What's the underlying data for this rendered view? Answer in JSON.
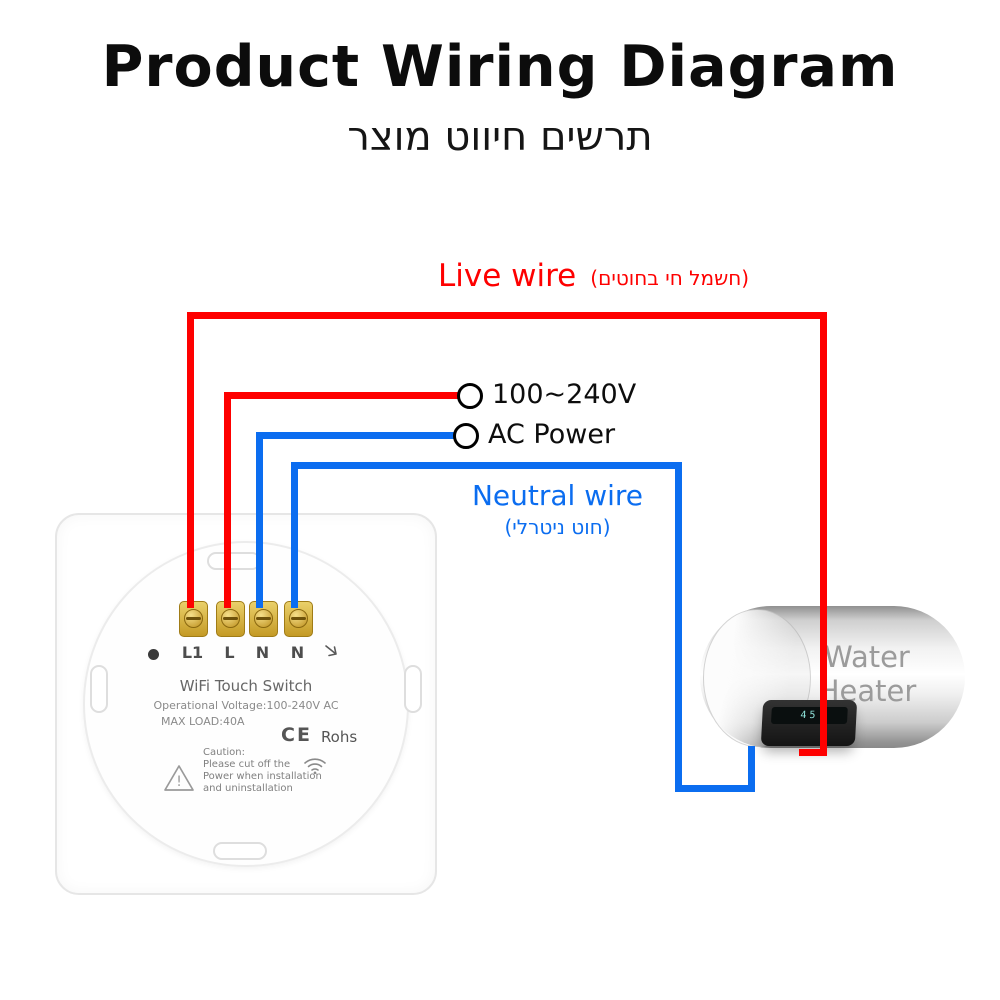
{
  "title": "Product Wiring Diagram",
  "subtitle_hebrew": "תרשים חיווט מוצר",
  "live_wire": {
    "label": "Live wire",
    "label_hebrew": "(חשמל חי בחוטים)"
  },
  "power": {
    "voltage": "100~240V",
    "ac": "AC Power"
  },
  "neutral_wire": {
    "label": "Neutral wire",
    "label_hebrew": "(חוט ניטרלי)"
  },
  "switch": {
    "terminals": [
      "L1",
      "L",
      "N",
      "N"
    ],
    "name": "WiFi Touch Switch",
    "operational_voltage": "Operational Voltage:100-240V AC",
    "max_load": "MAX LOAD:40A",
    "ce_mark": "CE",
    "rohs": "Rohs",
    "caution_title": "Caution:",
    "caution_lines": [
      "Please cut off the",
      "Power when installation",
      "and uninstallation"
    ]
  },
  "heater": {
    "label": "Water Heater",
    "display": "45"
  },
  "colors": {
    "live": "#fe0000",
    "neutral": "#0b6df0"
  }
}
